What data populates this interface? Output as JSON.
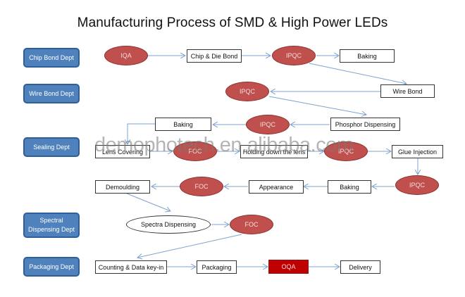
{
  "title": "Manufacturing Process of SMD & High Power LEDs",
  "departments": [
    {
      "label": "Chip Bond Dept"
    },
    {
      "label": "Wire Bond Dept"
    },
    {
      "label": "Sealing Dept"
    },
    {
      "label": "Spectral Dispensing Dept"
    },
    {
      "label": "Packaging Dept"
    }
  ],
  "nodes": {
    "iqa": "IQA",
    "chip_die_bond": "Chip & Die Bond",
    "ipqc_1": "IPQC",
    "baking_1": "Baking",
    "wire_bond": "Wire Bond",
    "ipqc_2": "IPQC",
    "phosphor_dispensing": "Phosphor Dispensing",
    "ipqc_3": "IPQC",
    "baking_2": "Baking",
    "lens_covering": "Lens Covering",
    "foc_1": "FOC",
    "holding_down_lens": "Holding down the lens",
    "ipqc_4": "IPQC",
    "glue_injection": "Glue Injection",
    "ipqc_5": "IPQC",
    "baking_3": "Baking",
    "appearance": "Appearance",
    "foc_2": "FOC",
    "demoulding": "Demoulding",
    "spectra_dispensing": "Spectra Dispensing",
    "foc_3": "FOC",
    "counting_data_keyin": "Counting & Data key-in",
    "packaging": "Packaging",
    "oqa": "OQA",
    "delivery": "Delivery"
  },
  "watermark": "demophotech.en.alibaba.com",
  "colors": {
    "dept_fill": "#4f81bd",
    "qc_fill": "#c0504d",
    "oqa_fill": "#c00000",
    "arrow": "#7ea3cf"
  }
}
